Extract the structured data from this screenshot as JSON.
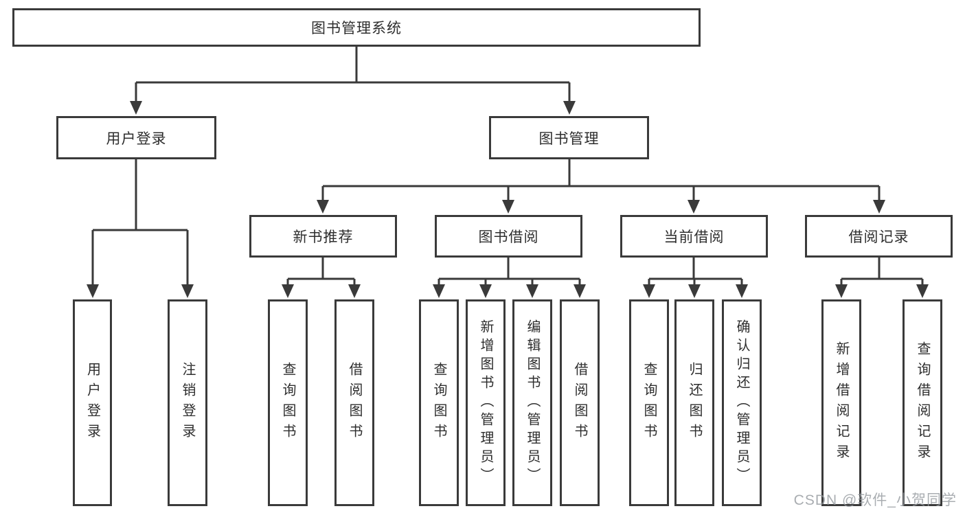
{
  "diagram": {
    "root": {
      "label": "图书管理系统"
    },
    "branches": [
      {
        "label": "用户登录",
        "children": [
          {
            "label": "用户登录"
          },
          {
            "label": "注销登录"
          }
        ]
      },
      {
        "label": "图书管理",
        "children": [
          {
            "label": "新书推荐",
            "children": [
              {
                "label": "查询图书"
              },
              {
                "label": "借阅图书"
              }
            ]
          },
          {
            "label": "图书借阅",
            "children": [
              {
                "label": "查询图书"
              },
              {
                "label": "新增图书（管理员）"
              },
              {
                "label": "编辑图书（管理员）"
              },
              {
                "label": "借阅图书"
              }
            ]
          },
          {
            "label": "当前借阅",
            "children": [
              {
                "label": "查询图书"
              },
              {
                "label": "归还图书"
              },
              {
                "label": "确认归还（管理员）"
              }
            ]
          },
          {
            "label": "借阅记录",
            "children": [
              {
                "label": "新增借阅记录"
              },
              {
                "label": "查询借阅记录"
              }
            ]
          }
        ]
      }
    ]
  },
  "colors": {
    "line": "#3a3a3a",
    "box_border": "#3a3a3a",
    "text": "#2e2e2e",
    "watermark": "#94999e"
  },
  "watermark": {
    "text": "CSDN @软件_小贺同学"
  }
}
